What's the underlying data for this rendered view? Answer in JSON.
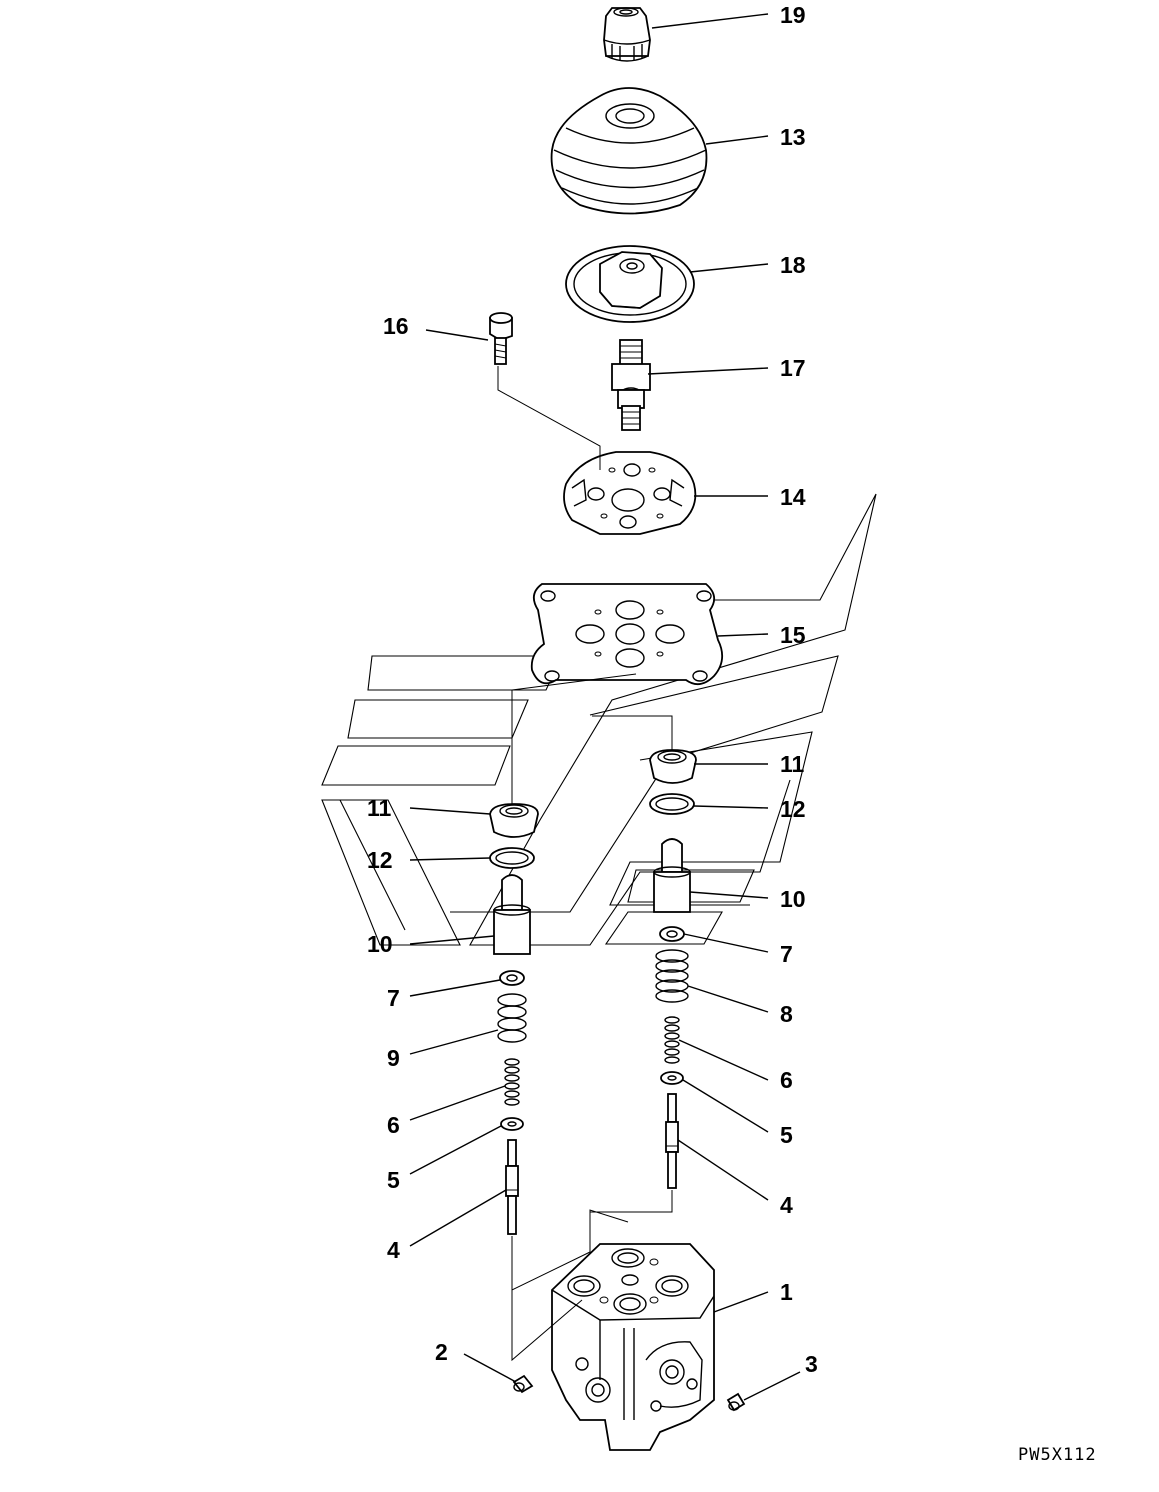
{
  "drawing_code": "PW5X112",
  "callouts": [
    "19",
    "13",
    "18",
    "16",
    "17",
    "14",
    "15",
    "11",
    "11",
    "12",
    "12",
    "10",
    "10",
    "7",
    "7",
    "9",
    "8",
    "6",
    "6",
    "5",
    "5",
    "4",
    "4",
    "1",
    "2",
    "3"
  ]
}
